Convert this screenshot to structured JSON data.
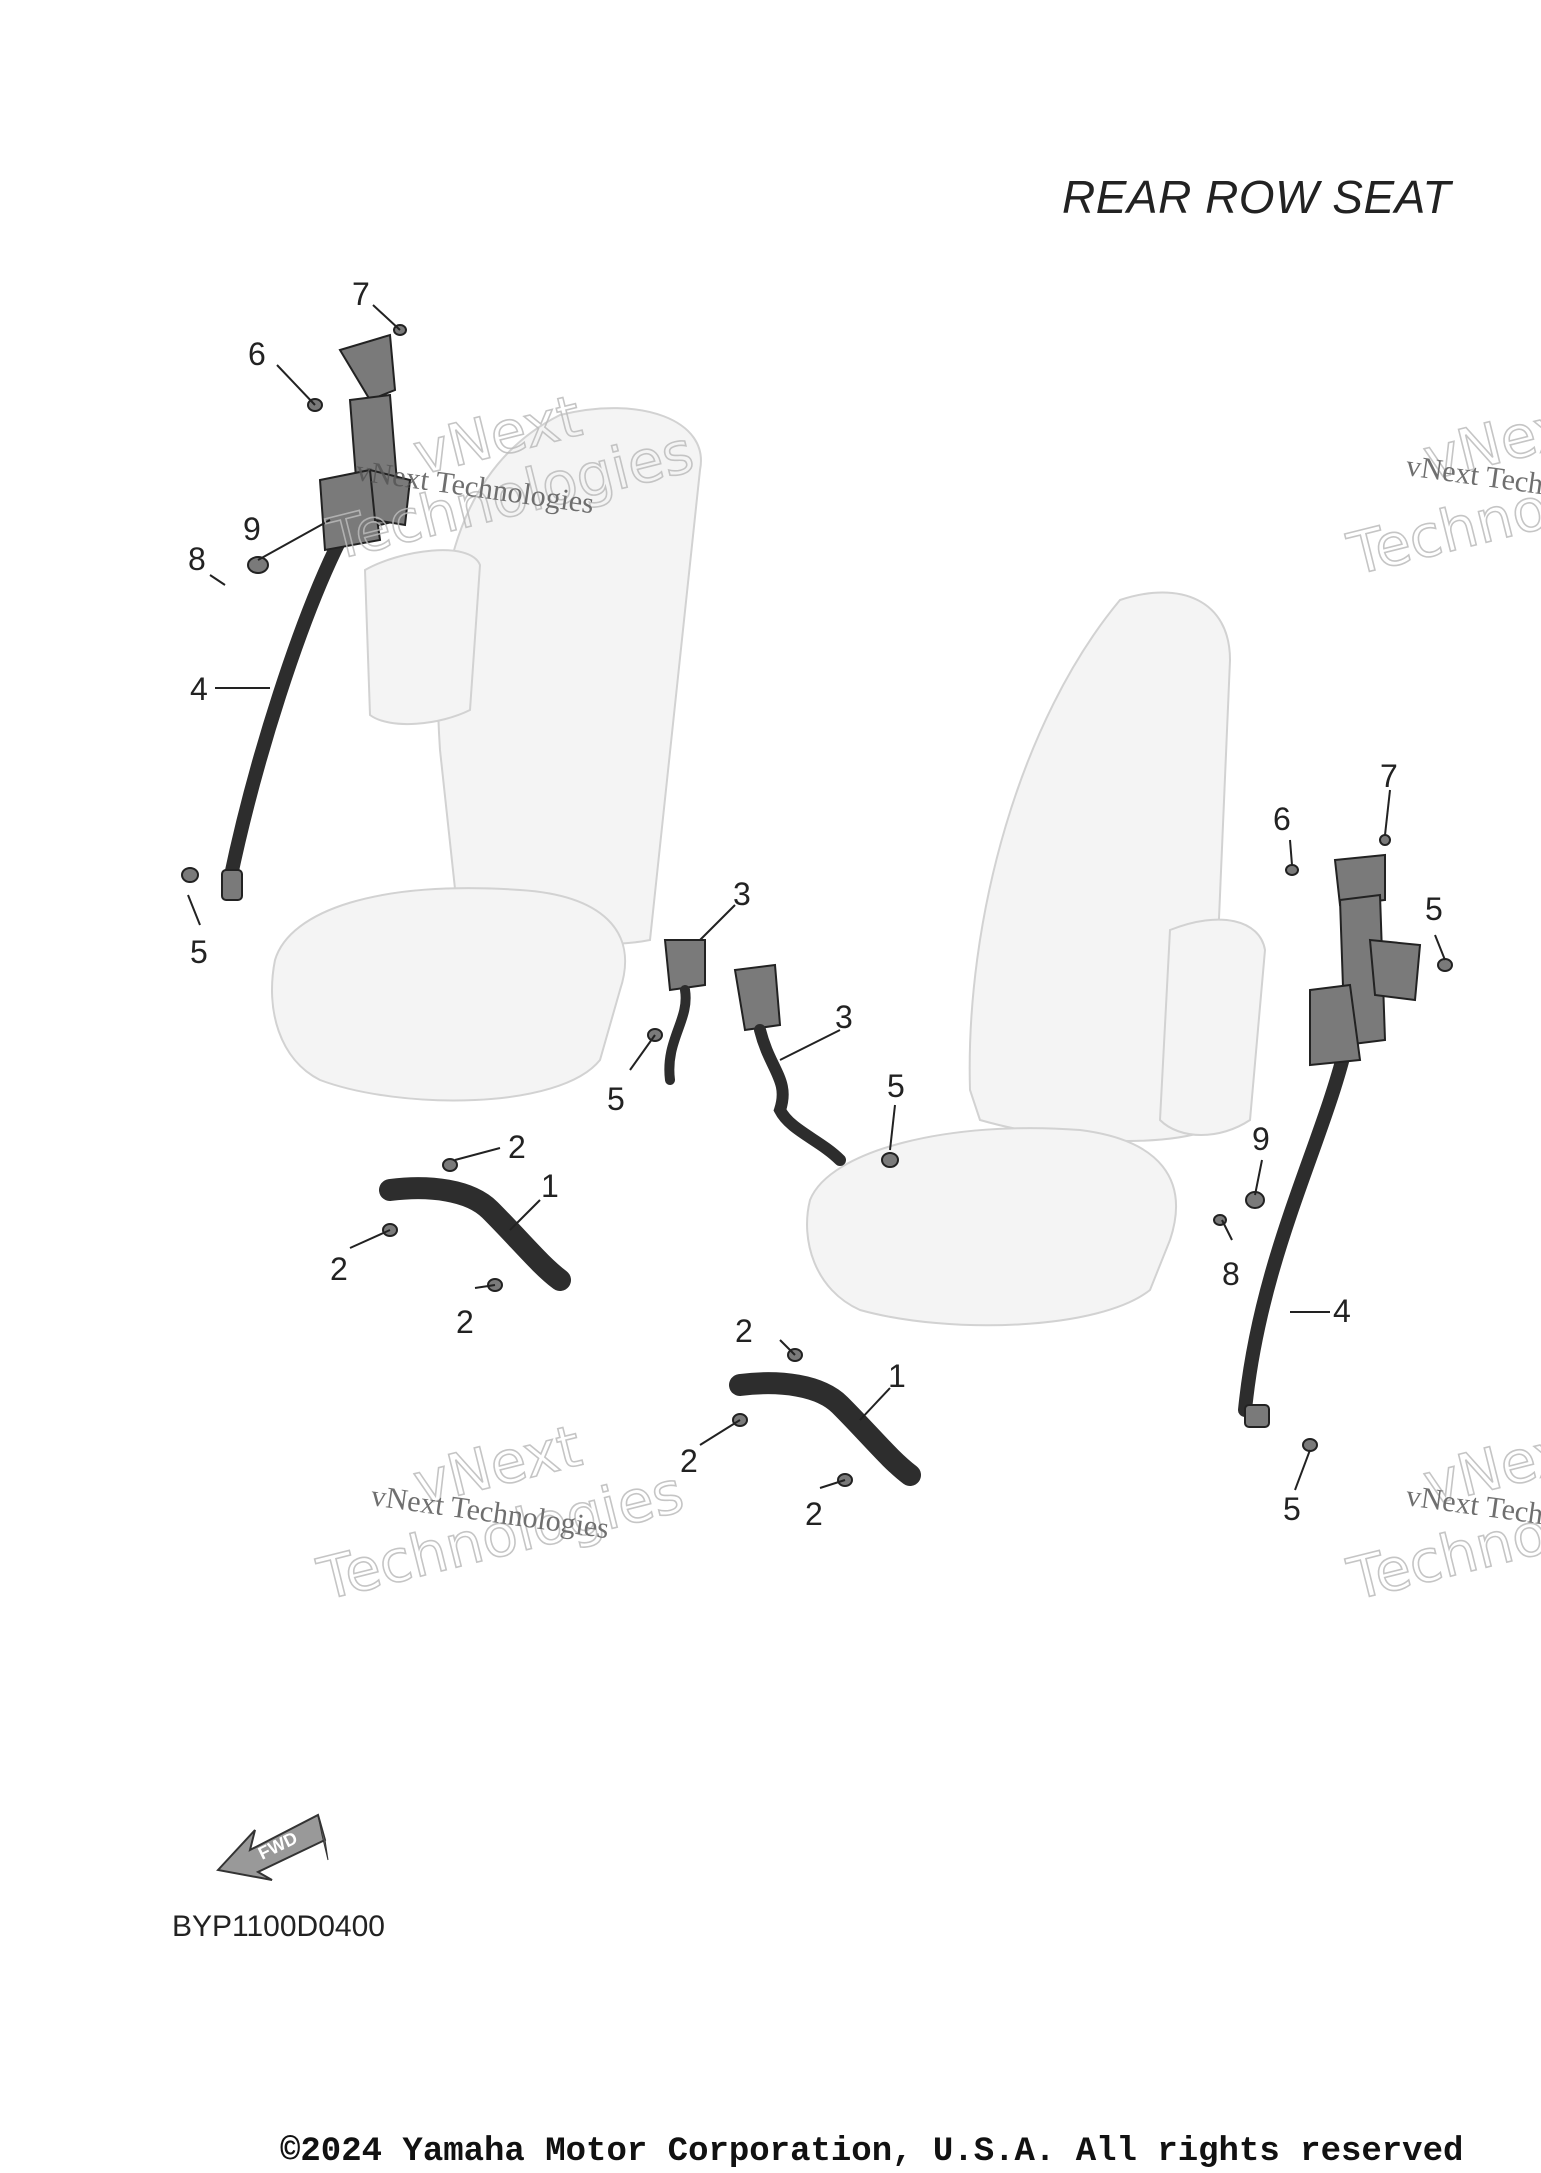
{
  "title": "REAR ROW SEAT",
  "diagram_code": "BYP1100D0400",
  "copyright": "©2024 Yamaha Motor Corporation, U.S.A. All rights reserved",
  "fwd_label": "FWD",
  "watermark": {
    "line1": "vNext Technologies",
    "big1": "vNext",
    "big2": "Technologies"
  },
  "callouts": [
    "7",
    "6",
    "9",
    "8",
    "4",
    "5",
    "3",
    "5",
    "3",
    "5",
    "2",
    "1",
    "2",
    "2",
    "7",
    "6",
    "5",
    "9",
    "8",
    "4",
    "5",
    "2",
    "1",
    "2",
    "2"
  ]
}
